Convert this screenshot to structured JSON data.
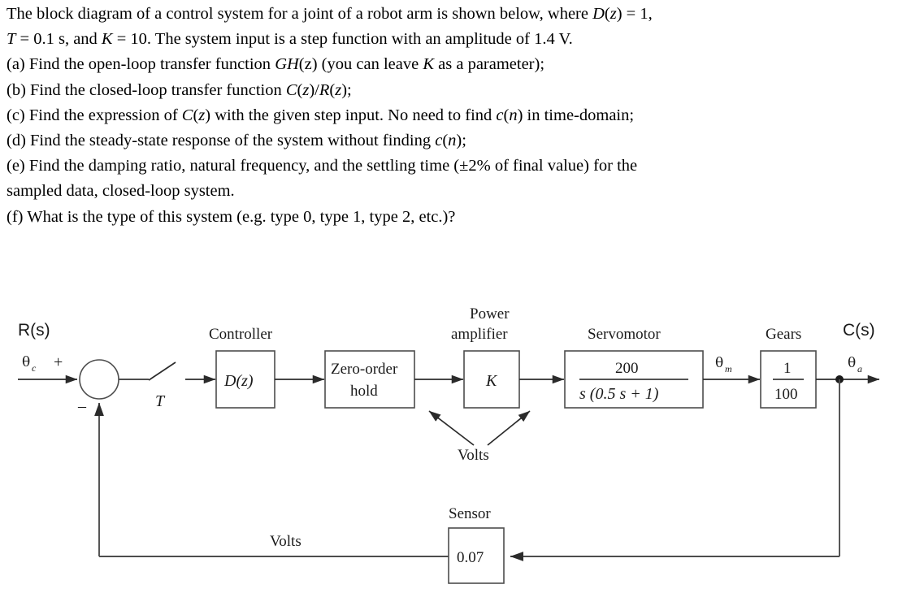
{
  "problem": {
    "lines": [
      "The block diagram of a control system for a joint of a robot arm is shown below, where D(z) = 1,",
      "T = 0.1 s, and K = 10. The system input is a step function with an amplitude of 1.4 V.",
      "(a) Find the open-loop transfer function GH(z) (you can leave K as a parameter);",
      "(b) Find the closed-loop transfer function C(z)/R(z);",
      "(c) Find the expression of C(z) with the given step input. No need to find c(n) in time-domain;",
      "(d) Find the steady-state response of the system without finding c(n);",
      "(e) Find the damping ratio, natural frequency, and the settling time (±2% of final value) for the",
      "sampled data, closed-loop system.",
      "(f) What is the type of this system (e.g. type 0, type 1, type 2, etc.)?"
    ]
  },
  "diagram": {
    "input_label": "R(s)",
    "input_signal": "θ",
    "input_signal_sub": "c",
    "plus_sign": "+",
    "minus_sign": "–",
    "sampler_label": "T",
    "controller_title": "Controller",
    "controller_block": "D(z)",
    "zoh_line1": "Zero-order",
    "zoh_line2": "hold",
    "power_amp_line1": "Power",
    "power_amp_line2": "amplifier",
    "power_amp_block": "K",
    "servomotor_title": "Servomotor",
    "servomotor_numerator": "200",
    "servomotor_denominator": "s (0.5 s + 1)",
    "motor_angle": "θ",
    "motor_angle_sub": "m",
    "gears_title": "Gears",
    "gears_numerator": "1",
    "gears_denominator": "100",
    "output_label": "C(s)",
    "output_signal": "θ",
    "output_signal_sub": "a",
    "volts_mid": "Volts",
    "sensor_title": "Sensor",
    "sensor_gain": "0.07",
    "volts_feedback": "Volts"
  },
  "colors": {
    "line": "#4d4d4d",
    "text": "#1a1a1a",
    "background": "#ffffff"
  }
}
